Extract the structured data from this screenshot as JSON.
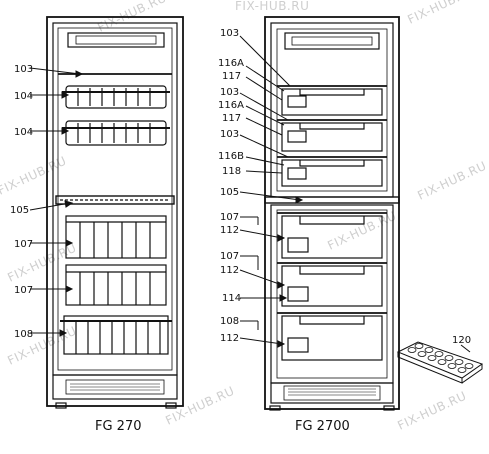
{
  "watermark": "FIX-HUB.RU",
  "left_caption": "FG 270",
  "right_caption": "FG 2700",
  "left_labels": [
    "103",
    "104",
    "104",
    "105",
    "107",
    "107",
    "108"
  ],
  "right_labels": [
    "103",
    "116A",
    "117",
    "103",
    "116A",
    "117",
    "103",
    "116B",
    "118",
    "105",
    "107",
    "112",
    "107",
    "112",
    "114",
    "108",
    "112"
  ],
  "tray_label": "120"
}
